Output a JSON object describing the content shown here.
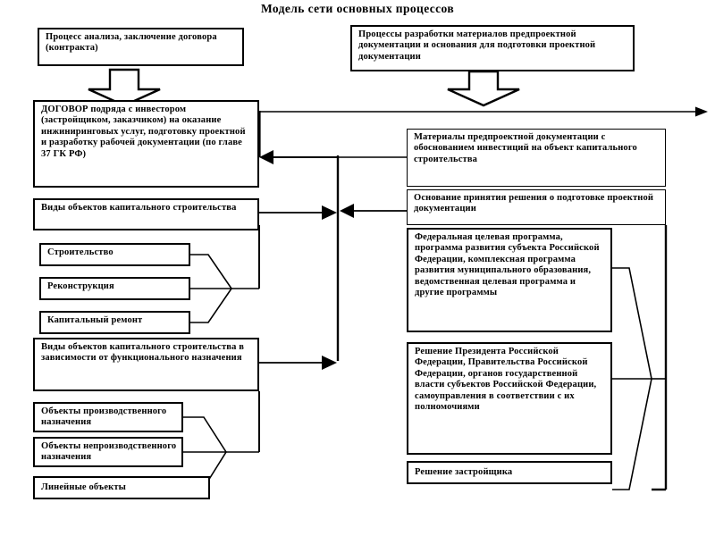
{
  "title": "Модель сети основных процессов",
  "boxes": {
    "process_analysis": "Процесс анализа, заключение договора (контракта)",
    "processes_predesign": "Процессы разработки материалов предпроектной документации и основания для подготовки проектной документации",
    "contract": "ДОГОВОР подряда с инвестором (застройщиком, заказчиком) на оказание инжиниринговых услуг, подготовку проектной и разработку рабочей документации (по главе 37 ГК РФ)",
    "predesign_materials": "Материалы предпроектной документации с обоснованием инвестиций на объект капитального строительства",
    "decision_basis": "Основание принятия решения о подготовке проектной документации",
    "object_types": "Виды объектов капитального строительства",
    "construction": "Строительство",
    "reconstruction": "Реконструкция",
    "capital_repair": "Капитальный ремонт",
    "object_types_functional": "Виды объектов капитального строительства в зависимости от функционального назначения",
    "production_objects": "Объекты производственного назначения",
    "nonproduction_objects": "Объекты непроизводственного назначения",
    "linear_objects": "Линейные объекты",
    "federal_program": "Федеральная целевая программа, программа развития субъекта Российской Федерации, комплексная программа развития муниципального образования, ведомственная целевая программа и другие программы",
    "president_decision": "Решение Президента Российской Федерации, Правительства Российской Федерации, органов государственной власти субъектов Российской Федерации, самоуправления в соответствии с их полномочиями",
    "developer_decision": "Решение застройщика"
  },
  "colors": {
    "stroke": "#000000",
    "background": "#ffffff",
    "text": "#000000"
  }
}
